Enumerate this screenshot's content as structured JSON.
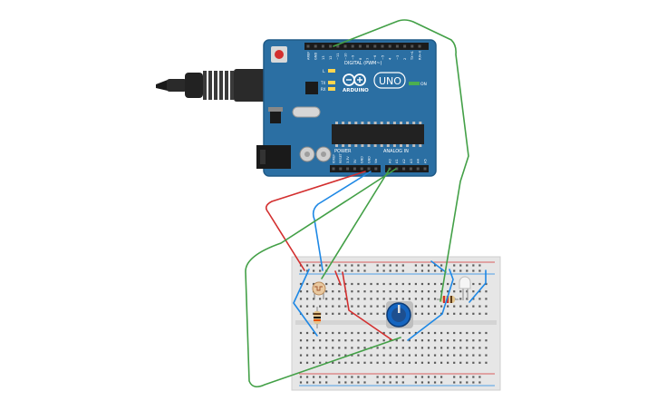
{
  "arduino": {
    "board_labels": {
      "brand": "ARDUINO",
      "model": "UNO",
      "digital_header": "DIGITAL (PWM~)",
      "power_header": "POWER",
      "analog_header": "ANALOG IN",
      "led_l": "L",
      "led_tx": "TX",
      "led_rx": "RX",
      "led_on": "ON"
    },
    "digital_pins": [
      "AREF",
      "GND",
      "13",
      "12",
      "~11",
      "~10",
      "~9",
      "8",
      "7",
      "~6",
      "~5",
      "4",
      "~3",
      "2",
      "TX→1",
      "RX←0"
    ],
    "power_pins": [
      "IOREF",
      "RESET",
      "3.3V",
      "5V",
      "GND",
      "GND",
      "Vin"
    ],
    "analog_pins": [
      "A0",
      "A1",
      "A2",
      "A3",
      "A4",
      "A5"
    ],
    "colors": {
      "board": "#2b6fa3",
      "header": "#1b1b1b",
      "chip": "#222222"
    }
  },
  "components": [
    {
      "name": "photoresistor"
    },
    {
      "name": "resistor-10k"
    },
    {
      "name": "potentiometer"
    },
    {
      "name": "resistor-220"
    },
    {
      "name": "led-white"
    },
    {
      "name": "usb-cable"
    },
    {
      "name": "barrel-jack"
    }
  ],
  "wire_colors": {
    "power": "#d32f2f",
    "ground": "#1e88e5",
    "signal": "#43a047"
  },
  "breadboard": {
    "rows": 30,
    "columns": "a-j",
    "rail_plus": "#d32f2f",
    "rail_minus": "#1e88e5"
  }
}
